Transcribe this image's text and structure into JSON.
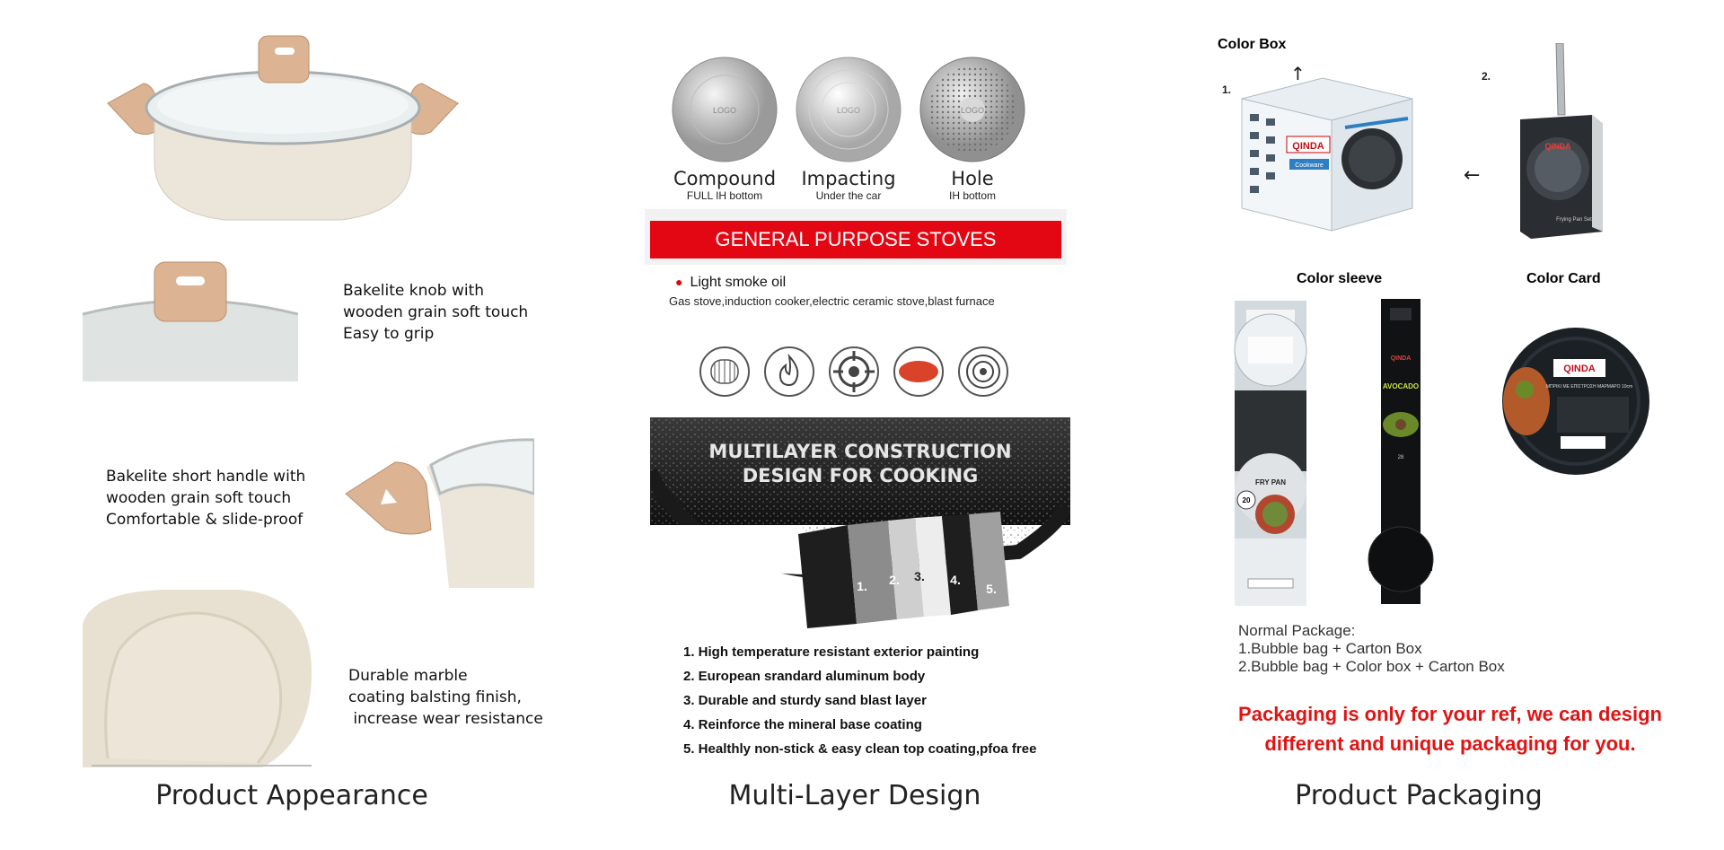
{
  "sections": {
    "appearance_title": "Product Appearance",
    "multilayer_title": "Multi-Layer Design",
    "packaging_title": "Product Packaging"
  },
  "appearance": {
    "knob_text": [
      "Bakelite knob with",
      "wooden grain soft touch",
      "Easy to grip"
    ],
    "handle_text": [
      "Bakelite short handle with",
      "wooden grain soft touch",
      "Comfortable & slide-proof"
    ],
    "coating_text": [
      "Durable marble",
      "coating balsting finish,",
      " increase wear resistance"
    ]
  },
  "multilayer": {
    "bottoms": [
      {
        "name": "Compound",
        "sub": "FULL IH bottom",
        "logo": "LOGO"
      },
      {
        "name": "Impacting",
        "sub": "Under the car",
        "logo": "LOGO"
      },
      {
        "name": "Hole",
        "sub": "IH bottom",
        "logo": "LOGO"
      }
    ],
    "banner": "GENERAL PURPOSE STOVES",
    "smoke_label": "Light smoke oil",
    "stove_list": "Gas stove,induction cooker,electric ceramic stove,blast furnace",
    "stove_icons": [
      "coil-stove-icon",
      "flame-icon",
      "gas-burner-icon",
      "ceramic-plate-icon",
      "induction-icon"
    ],
    "construction_title": [
      "MULTILAYER CONSTRUCTION",
      "DESIGN FOR COOKING"
    ],
    "layer_numbers": [
      "1.",
      "2.",
      "3.",
      "4.",
      "5."
    ],
    "layers": [
      "1. High temperature resistant exterior painting",
      "2. European srandard aluminum body",
      "3. Durable and sturdy sand blast layer",
      "4. Reinforce the mineral base coating",
      "5. Healthly non-stick & easy clean top coating,pfoa free"
    ]
  },
  "packaging": {
    "color_box_label": "Color Box",
    "num1": "1.",
    "num2": "2.",
    "brand": "QINDA",
    "box_tag": "Cookware",
    "box2_caption": "Frying Pan Set",
    "color_sleeve_label": "Color sleeve",
    "color_card_label": "Color Card",
    "sleeve1_text": "FRY PAN",
    "sleeve1_size": "20",
    "sleeve2_text": "AVOCADO",
    "sleeve2_size": "28",
    "card_caption": "ΜΠΡΙΚΙ ΜΕ ΕΠΙΣΤΡΩΣΗ ΜΑΡΜΑΡΟ 10cm",
    "normal_package_title": "Normal Package:",
    "normal_package_lines": [
      "1.Bubble bag + Carton Box",
      "2.Bubble bag + Color box + Carton Box"
    ],
    "note": [
      "Packaging is only for your ref, we can design",
      "different and unique packaging for you."
    ]
  },
  "colors": {
    "red_banner": "#e30613",
    "red_note": "#e01414",
    "cream": "#ece6db",
    "wood": "#d9b394"
  }
}
